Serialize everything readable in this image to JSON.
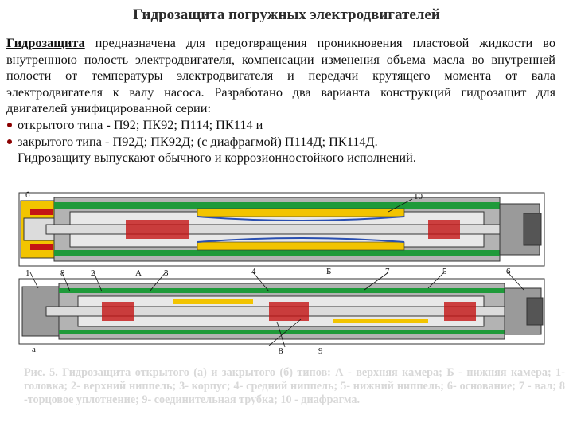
{
  "title": "Гидрозащита погружных электродвигателей",
  "intro": {
    "term": "Гидрозащита",
    "text": " предназначена для предотвращения проникновения пластовой жидкости во внутреннюю полость электродвигателя, компенсации изменения объема масла во внутренней полости от температуры электродвигателя и передачи крутящего момента от вала электродвигателя к валу насоса. Разработано два варианта конструкций гидрозащит для двигателей унифицированной серии:"
  },
  "bullets": [
    "открытого типа - П92; ПК92; П114; ПК114 и",
    "закрытого типа - П92Д; ПК92Д; (с диафрагмой) П114Д; ПК114Д."
  ],
  "closing": "Гидрозащиту выпускают обычного и коррозионностойкого исполнений.",
  "figure": {
    "labels": {
      "b": "б",
      "a": "а",
      "n10": "10",
      "n1": "1",
      "n8a": "8",
      "n2": "2",
      "A": "А",
      "n3": "3",
      "n4": "4",
      "B": "Б",
      "n7": "7",
      "n5": "5",
      "n6": "6",
      "n8b": "8",
      "n9": "9"
    }
  },
  "caption": "Рис. 5. Гидрозащита открытого (а) и закрытого (б) типов: А - верхняя камера; Б - нижняя камера; 1- головка; 2- верхний ниппель; 3- корпус; 4- средний ниппель; 5- нижний ниппель; 6- основание; 7 - вал; 8 -торцовое уплотнение; 9- соединительная трубка; 10 - диафрагма.",
  "colors": {
    "housing": "#b3b3b3",
    "shaft": "#dcdcdc",
    "yellow": "#f2c400",
    "green": "#1f9a3a",
    "red": "#c41414",
    "blue": "#2a4fb0",
    "dark": "#333333"
  }
}
